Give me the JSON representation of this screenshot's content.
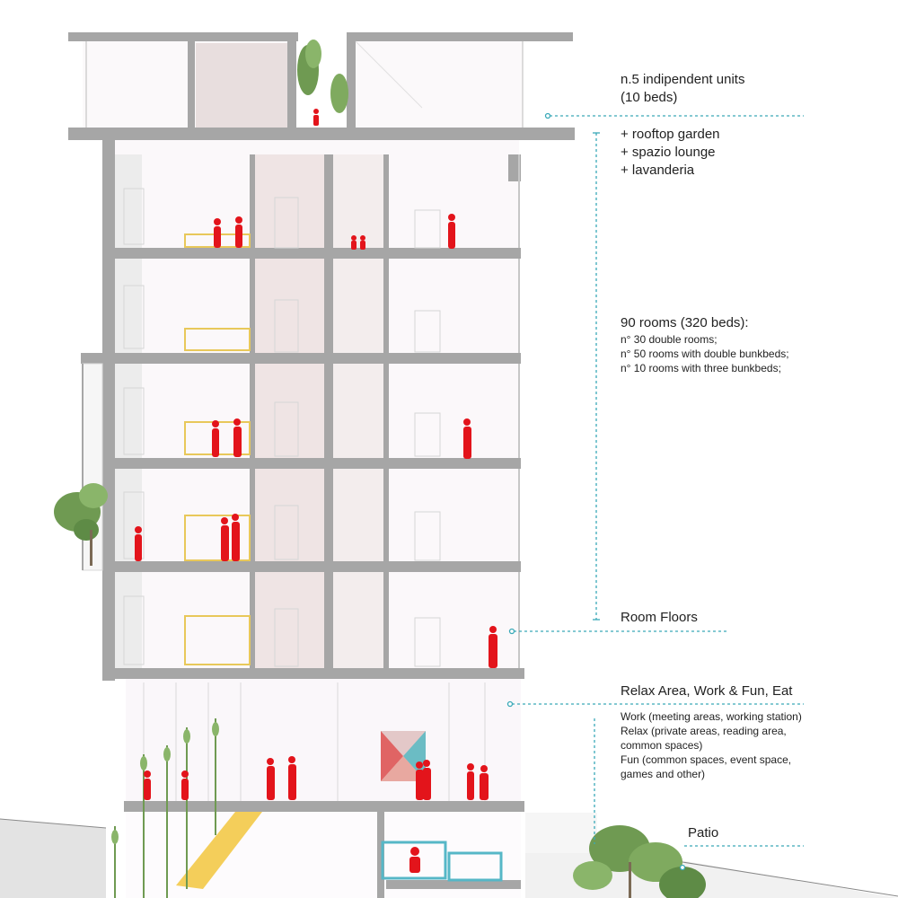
{
  "annotations": {
    "units": {
      "title": "n.5 indipendent units",
      "beds": "(10 beds)"
    },
    "extras": [
      "+ rooftop garden",
      "+ spazio lounge",
      "+ lavanderia"
    ],
    "rooms": {
      "title": "90 rooms (320 beds):",
      "items": [
        "n° 30 double rooms;",
        "n° 50 rooms with double bunkbeds;",
        "n° 10 rooms with three bunkbeds;"
      ]
    },
    "room_floors": "Room Floors",
    "common": {
      "title": "Relax Area, Work & Fun, Eat",
      "items": [
        "Work (meeting areas, working station)",
        "Relax (private areas, reading area,",
        "common spaces)",
        "Fun (common spaces, event space,",
        "games and other)"
      ]
    },
    "patio": "Patio"
  },
  "colors": {
    "structure": "#a6a6a6",
    "people": "#e3141b",
    "leader": "#3aa9b8",
    "room_fill": "#fbf8fa",
    "bed": "#e8c85a",
    "stair": "#f2c53d",
    "tree": "#6f9a52"
  }
}
